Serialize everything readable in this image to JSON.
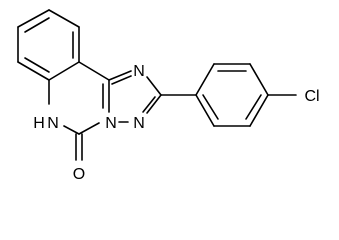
{
  "structure": {
    "atoms": {
      "n_triazole_top": "N",
      "n_triazole_right": "N",
      "n_triazole_bottom": "N",
      "nh": "NH",
      "h_of_nh": "H",
      "n_of_nh": "N",
      "oxygen": "O",
      "chlorine": "Cl"
    }
  }
}
